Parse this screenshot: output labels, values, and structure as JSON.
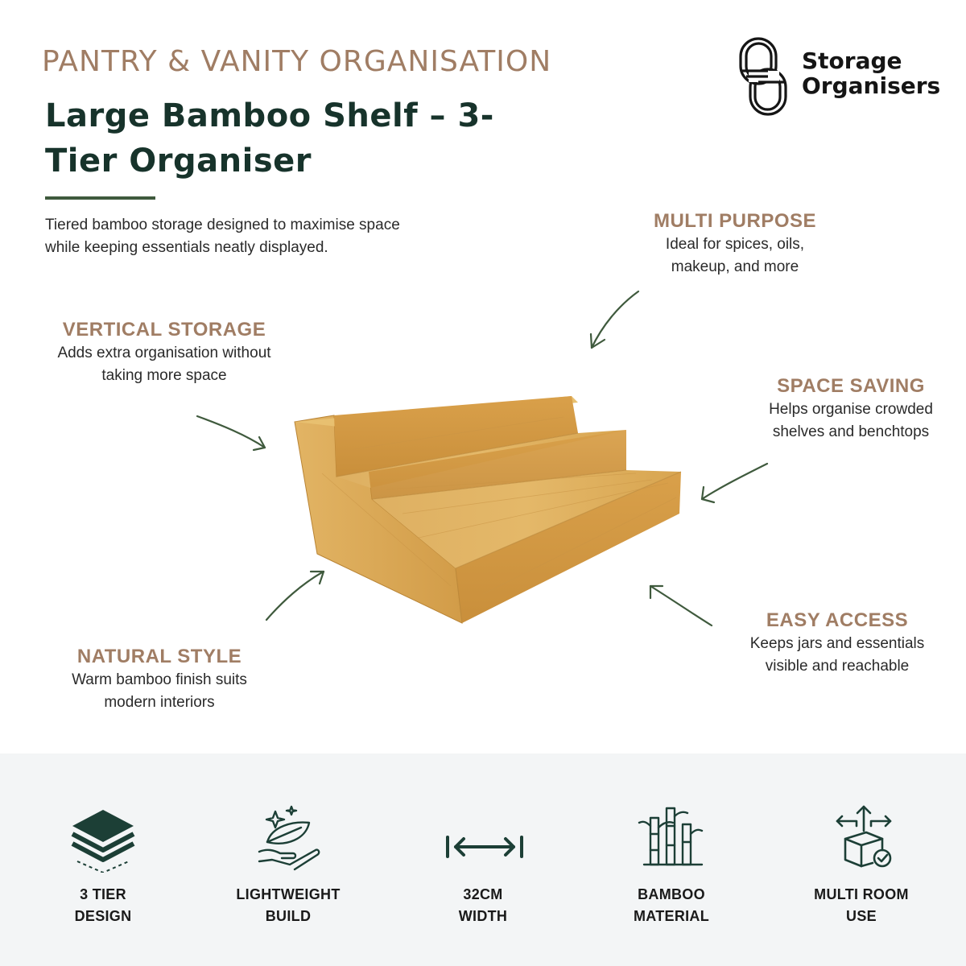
{
  "header": {
    "eyebrow": "PANTRY & VANITY ORGANISATION",
    "title": "Large Bamboo Shelf – 3-Tier Organiser",
    "intro": "Tiered bamboo storage designed to maximise space while keeping essentials neatly displayed."
  },
  "brand": {
    "line1": "Storage",
    "line2": "Organisers"
  },
  "features": {
    "multi_purpose": {
      "heading": "MULTI PURPOSE",
      "line1": "Ideal for spices, oils,",
      "line2": "makeup, and more"
    },
    "vertical_storage": {
      "heading": "VERTICAL STORAGE",
      "line1": "Adds extra organisation without",
      "line2": "taking more space"
    },
    "space_saving": {
      "heading": "SPACE SAVING",
      "line1": "Helps organise crowded",
      "line2": "shelves and benchtops"
    },
    "natural_style": {
      "heading": "NATURAL STYLE",
      "line1": "Warm bamboo finish suits",
      "line2": "modern interiors"
    },
    "easy_access": {
      "heading": "EASY ACCESS",
      "line1": "Keeps jars and essentials",
      "line2": "visible and reachable"
    }
  },
  "footer": {
    "items": [
      {
        "line1": "3 TIER",
        "line2": "DESIGN",
        "icon": "stacked-layers-icon"
      },
      {
        "line1": "LIGHTWEIGHT",
        "line2": "BUILD",
        "icon": "feather-hand-icon"
      },
      {
        "line1": "32CM",
        "line2": "WIDTH",
        "icon": "width-arrow-icon"
      },
      {
        "line1": "BAMBOO",
        "line2": "MATERIAL",
        "icon": "bamboo-icon"
      },
      {
        "line1": "MULTI ROOM",
        "line2": "USE",
        "icon": "box-arrows-icon"
      }
    ]
  },
  "colors": {
    "accent_brown": "#a07d64",
    "title_green": "#17332b",
    "rule_green": "#3f5a3d",
    "footer_bg": "#f3f5f6",
    "bamboo": "#d6a54e"
  }
}
